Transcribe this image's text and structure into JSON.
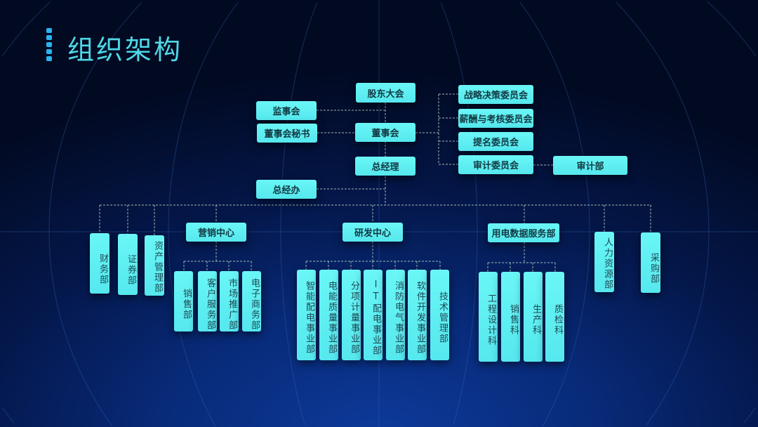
{
  "title": "组织架构",
  "colors": {
    "box": "#5ef0f0",
    "text": "#123842",
    "background": "#04174a",
    "title": "#4fd8e6"
  },
  "top": {
    "shareholders": "股东大会",
    "supervisors": "监事会",
    "board_secretary": "董事会秘书",
    "board": "董事会",
    "gm": "总经理",
    "gm_office": "总经办"
  },
  "committees": [
    "战略决策委员会",
    "薪酬与考核委员会",
    "提名委员会",
    "审计委员会"
  ],
  "audit_dept": "审计部",
  "departments": {
    "finance": "财务部",
    "securities": "证券部",
    "assets": "资产管理部",
    "hr": "人力资源部",
    "purchase": "采购部"
  },
  "marketing": {
    "label": "营销中心",
    "children": [
      "销售部",
      "客户服务部",
      "市场推广部",
      "电子商务部"
    ]
  },
  "rnd": {
    "label": "研发中心",
    "children": [
      "智能配电事业部",
      "电能质量事业部",
      "分项计量事业部",
      "IT配电事业部",
      "消防电气事业部",
      "软件开发事业部",
      "技术管理部"
    ]
  },
  "power": {
    "label": "用电数据服务部",
    "children": [
      "工程设计科",
      "销售科",
      "生产科",
      "质检科"
    ]
  }
}
